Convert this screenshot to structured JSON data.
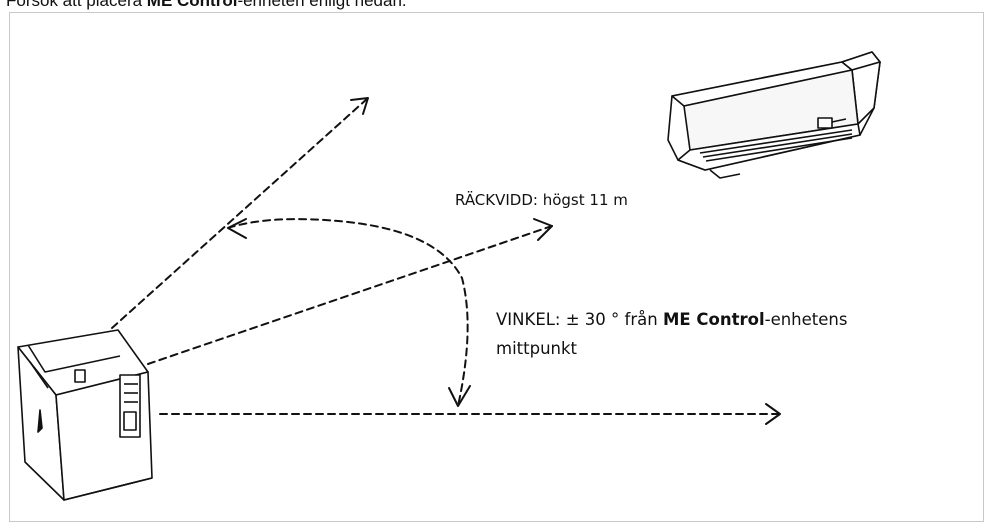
{
  "caption": {
    "prefix": "Försök att placera ",
    "product": "ME Control",
    "suffix": "-enheten enligt nedan."
  },
  "range_label": "RÄCKVIDD: högst 11 m",
  "angle_label": {
    "prefix": "VINKEL:  ± 30 ° från ",
    "product": "ME Control",
    "suffix": "-enhetens",
    "line2": "mittpunkt"
  },
  "colors": {
    "stroke": "#111111",
    "frame": "#c9c9c9"
  }
}
